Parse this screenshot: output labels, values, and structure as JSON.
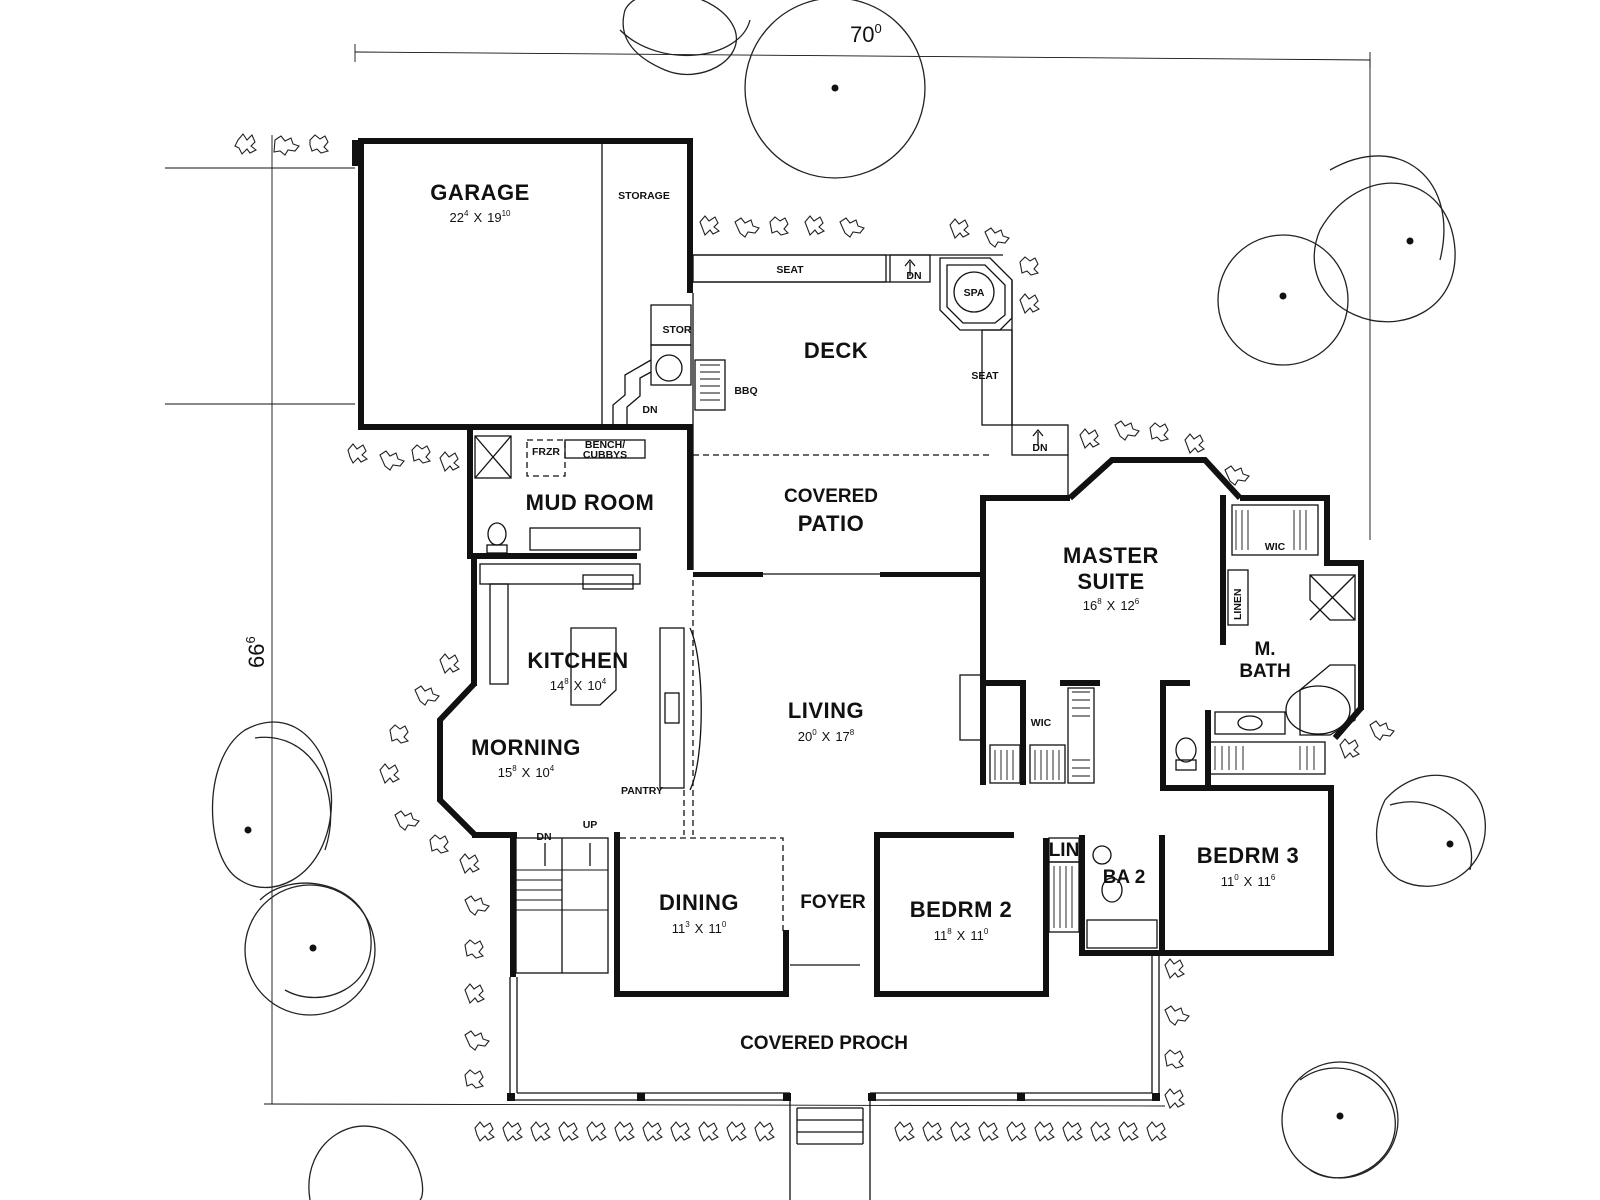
{
  "lot": {
    "width_label": "70",
    "width_sup": "0",
    "depth_label": "66",
    "depth_sup": "6"
  },
  "rooms": {
    "garage": {
      "name": "GARAGE",
      "dim_a": "22",
      "dim_a_sup": "4",
      "x": "X",
      "dim_b": "19",
      "dim_b_sup": "10"
    },
    "storage": "STORAGE",
    "stor": "STOR",
    "seat_top": "SEAT",
    "seat_right": "SEAT",
    "spa": "SPA",
    "dn_top": "DN",
    "dn_mid": "DN",
    "dn_stair": "DN",
    "dn_porch": "DN",
    "up_porch": "UP",
    "deck": "DECK",
    "bbq": "BBQ",
    "frzr": "FRZR",
    "bench": "BENCH/",
    "cubbys": "CUBBYS",
    "mud_room": "MUD ROOM",
    "covered_patio_1": "COVERED",
    "covered_patio_2": "PATIO",
    "master": {
      "name1": "MASTER",
      "name2": "SUITE",
      "dim_a": "16",
      "dim_a_sup": "8",
      "x": "X",
      "dim_b": "12",
      "dim_b_sup": "6"
    },
    "wic_master": "WIC",
    "linen": "LINEN",
    "m_bath_1": "M.",
    "m_bath_2": "BATH",
    "kitchen": {
      "name": "KITCHEN",
      "dim_a": "14",
      "dim_a_sup": "8",
      "x": "X",
      "dim_b": "10",
      "dim_b_sup": "4"
    },
    "morning": {
      "name": "MORNING",
      "dim_a": "15",
      "dim_a_sup": "8",
      "x": "X",
      "dim_b": "10",
      "dim_b_sup": "4"
    },
    "pantry": "PANTRY",
    "living": {
      "name": "LIVING",
      "dim_a": "20",
      "dim_a_sup": "0",
      "x": "X",
      "dim_b": "17",
      "dim_b_sup": "8"
    },
    "wic_living": "WIC",
    "dining": {
      "name": "DINING",
      "dim_a": "11",
      "dim_a_sup": "3",
      "x": "X",
      "dim_b": "11",
      "dim_b_sup": "0"
    },
    "foyer": "FOYER",
    "bedrm2": {
      "name": "BEDRM 2",
      "dim_a": "11",
      "dim_a_sup": "8",
      "x": "X",
      "dim_b": "11",
      "dim_b_sup": "0"
    },
    "lin": "LIN",
    "ba2": "BA 2",
    "bedrm3": {
      "name": "BEDRM 3",
      "dim_a": "11",
      "dim_a_sup": "0",
      "x": "X",
      "dim_b": "11",
      "dim_b_sup": "6"
    },
    "covered_porch": "COVERED PROCH"
  }
}
